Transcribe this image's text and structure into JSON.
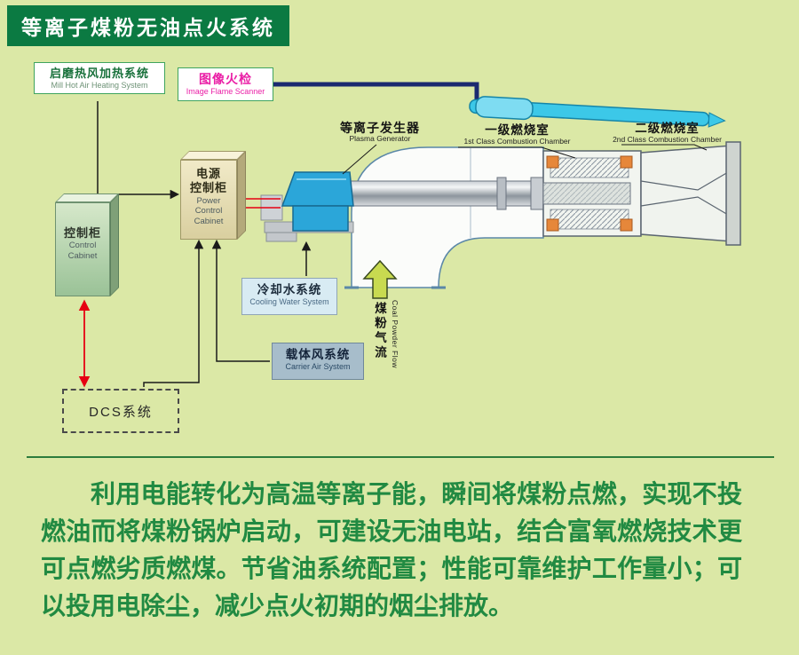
{
  "title": "等离子煤粉无油点火系统",
  "boxes": {
    "mill_hot_air": {
      "cn": "启磨热风加热系统",
      "en": "Mill Hot Air Heating System"
    },
    "image_flame_scanner": {
      "cn": "图像火检",
      "en": "Image Flame Scanner"
    },
    "control_cabinet": {
      "cn": "控制柜",
      "en1": "Control",
      "en2": "Cabinet"
    },
    "power_cabinet": {
      "cn1": "电源",
      "cn2": "控制柜",
      "en1": "Power",
      "en2": "Control",
      "en3": "Cabinet"
    },
    "cooling_water": {
      "cn": "冷却水系统",
      "en": "Cooling Water System"
    },
    "carrier_air": {
      "cn": "载体风系统",
      "en": "Carrier Air System"
    },
    "dcs": {
      "label": "DCS系统"
    }
  },
  "part_labels": {
    "plasma_generator": {
      "cn": "等离子发生器",
      "en": "Plasma Generator"
    },
    "combustion_chamber_1": {
      "cn": "一级燃烧室",
      "en": "1st Class Combustion Chamber"
    },
    "combustion_chamber_2": {
      "cn": "二级燃烧室",
      "en": "2nd Class Combustion Chamber"
    },
    "coal_flow": {
      "cn": "煤粉气流",
      "en": "Coal Powder Flow"
    }
  },
  "description": "利用电能转化为高温等离子能，瞬间将煤粉点燃，实现不投燃油而将煤粉锅炉启动，可建设无油电站，结合富氧燃烧技术更可点燃劣质燃煤。节省油系统配置；性能可靠维护工作量小；可以投用电除尘，减少点火初期的烟尘排放。",
  "colors": {
    "background": "#dbe8a6",
    "title_bg": "#0b7a42",
    "title_text": "#ffffff",
    "accent_green": "#218a42",
    "magenta": "#ea1fa6",
    "navy_line": "#1b2a70",
    "signal_red": "#e60012",
    "plasma_blue": "#2ba6d9",
    "scanner_cyan": "#3cc8e8",
    "coal_arrow": "#c8da50"
  }
}
